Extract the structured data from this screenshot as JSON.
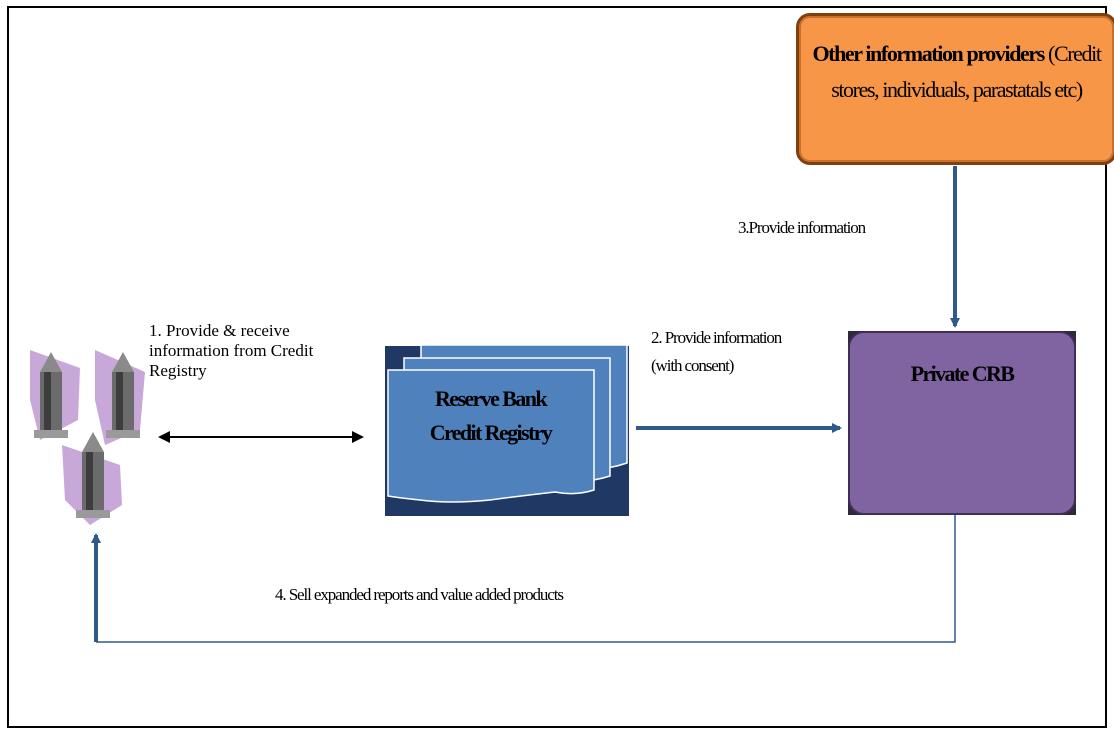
{
  "other_providers": {
    "bold_text": "Other information providers",
    "plain_text": " (Credit stores, individuals, parastatals etc)"
  },
  "private_crb": {
    "title": "Private CRB"
  },
  "registry": {
    "line1": "Reserve Bank",
    "line2": "Credit Registry"
  },
  "labels": {
    "step1_line1": "1. Provide & receive",
    "step1_line2": "information from Credit",
    "step1_line3": "Registry",
    "step2_line1": "2. Provide information",
    "step2_line2": "(with consent)",
    "step3": "3.Provide information",
    "step4": "4. Sell expanded reports and value added products"
  },
  "colors": {
    "orange_fill": "#f79646",
    "purple_fill": "#8064a2",
    "blue_fill": "#4f81bd",
    "navy_dark": "#1f3864",
    "arrow_blue": "#2e5a8a"
  },
  "icons": {
    "banks": "bank-buildings-icon"
  }
}
